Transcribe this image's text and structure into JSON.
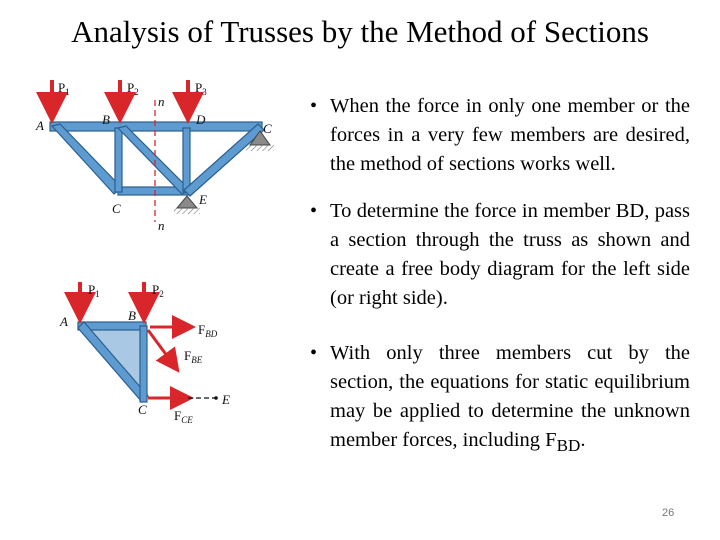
{
  "slide": {
    "title": "Analysis of Trusses by the Method of Sections",
    "bullets": [
      "When the force in only one member or the forces in a very few members are desired, the method of sections works well.",
      "To determine the force in member BD, pass a section through the truss as shown and create a free body diagram for the left side (or right side).",
      "With only three members cut by the section, the equations for static equilibrium may be applied to determine the unknown member forces, including F"
    ],
    "bullet3_subscript": "BD",
    "bullet3_end": ".",
    "bullet_symbol": "•",
    "page_number": "26"
  },
  "figure_top": {
    "loads": {
      "p1": "P",
      "p1_sub": "1",
      "p2": "P",
      "p2_sub": "2",
      "p3": "P",
      "p3_sub": "3"
    },
    "nodes": {
      "a": "A",
      "b": "B",
      "c": "C",
      "d": "D",
      "e": "E",
      "c_bottom": "C"
    },
    "section": {
      "top": "n",
      "bottom": "n"
    }
  },
  "figure_bottom": {
    "loads": {
      "p1": "P",
      "p1_sub": "1",
      "p2": "P",
      "p2_sub": "2"
    },
    "nodes": {
      "a": "A",
      "b": "B",
      "c": "C",
      "e": "E"
    },
    "forces": {
      "fbd": "F",
      "fbd_sub": "BD",
      "fbe": "F",
      "fbe_sub": "BE",
      "fce": "F",
      "fce_sub": "CE"
    }
  },
  "colors": {
    "member": "#3d7fb8",
    "member_dark": "#2a5f8e",
    "load_arrow": "#d9262b",
    "section_line": "#d9262b",
    "fbd_fill": "#a9c8e3"
  }
}
